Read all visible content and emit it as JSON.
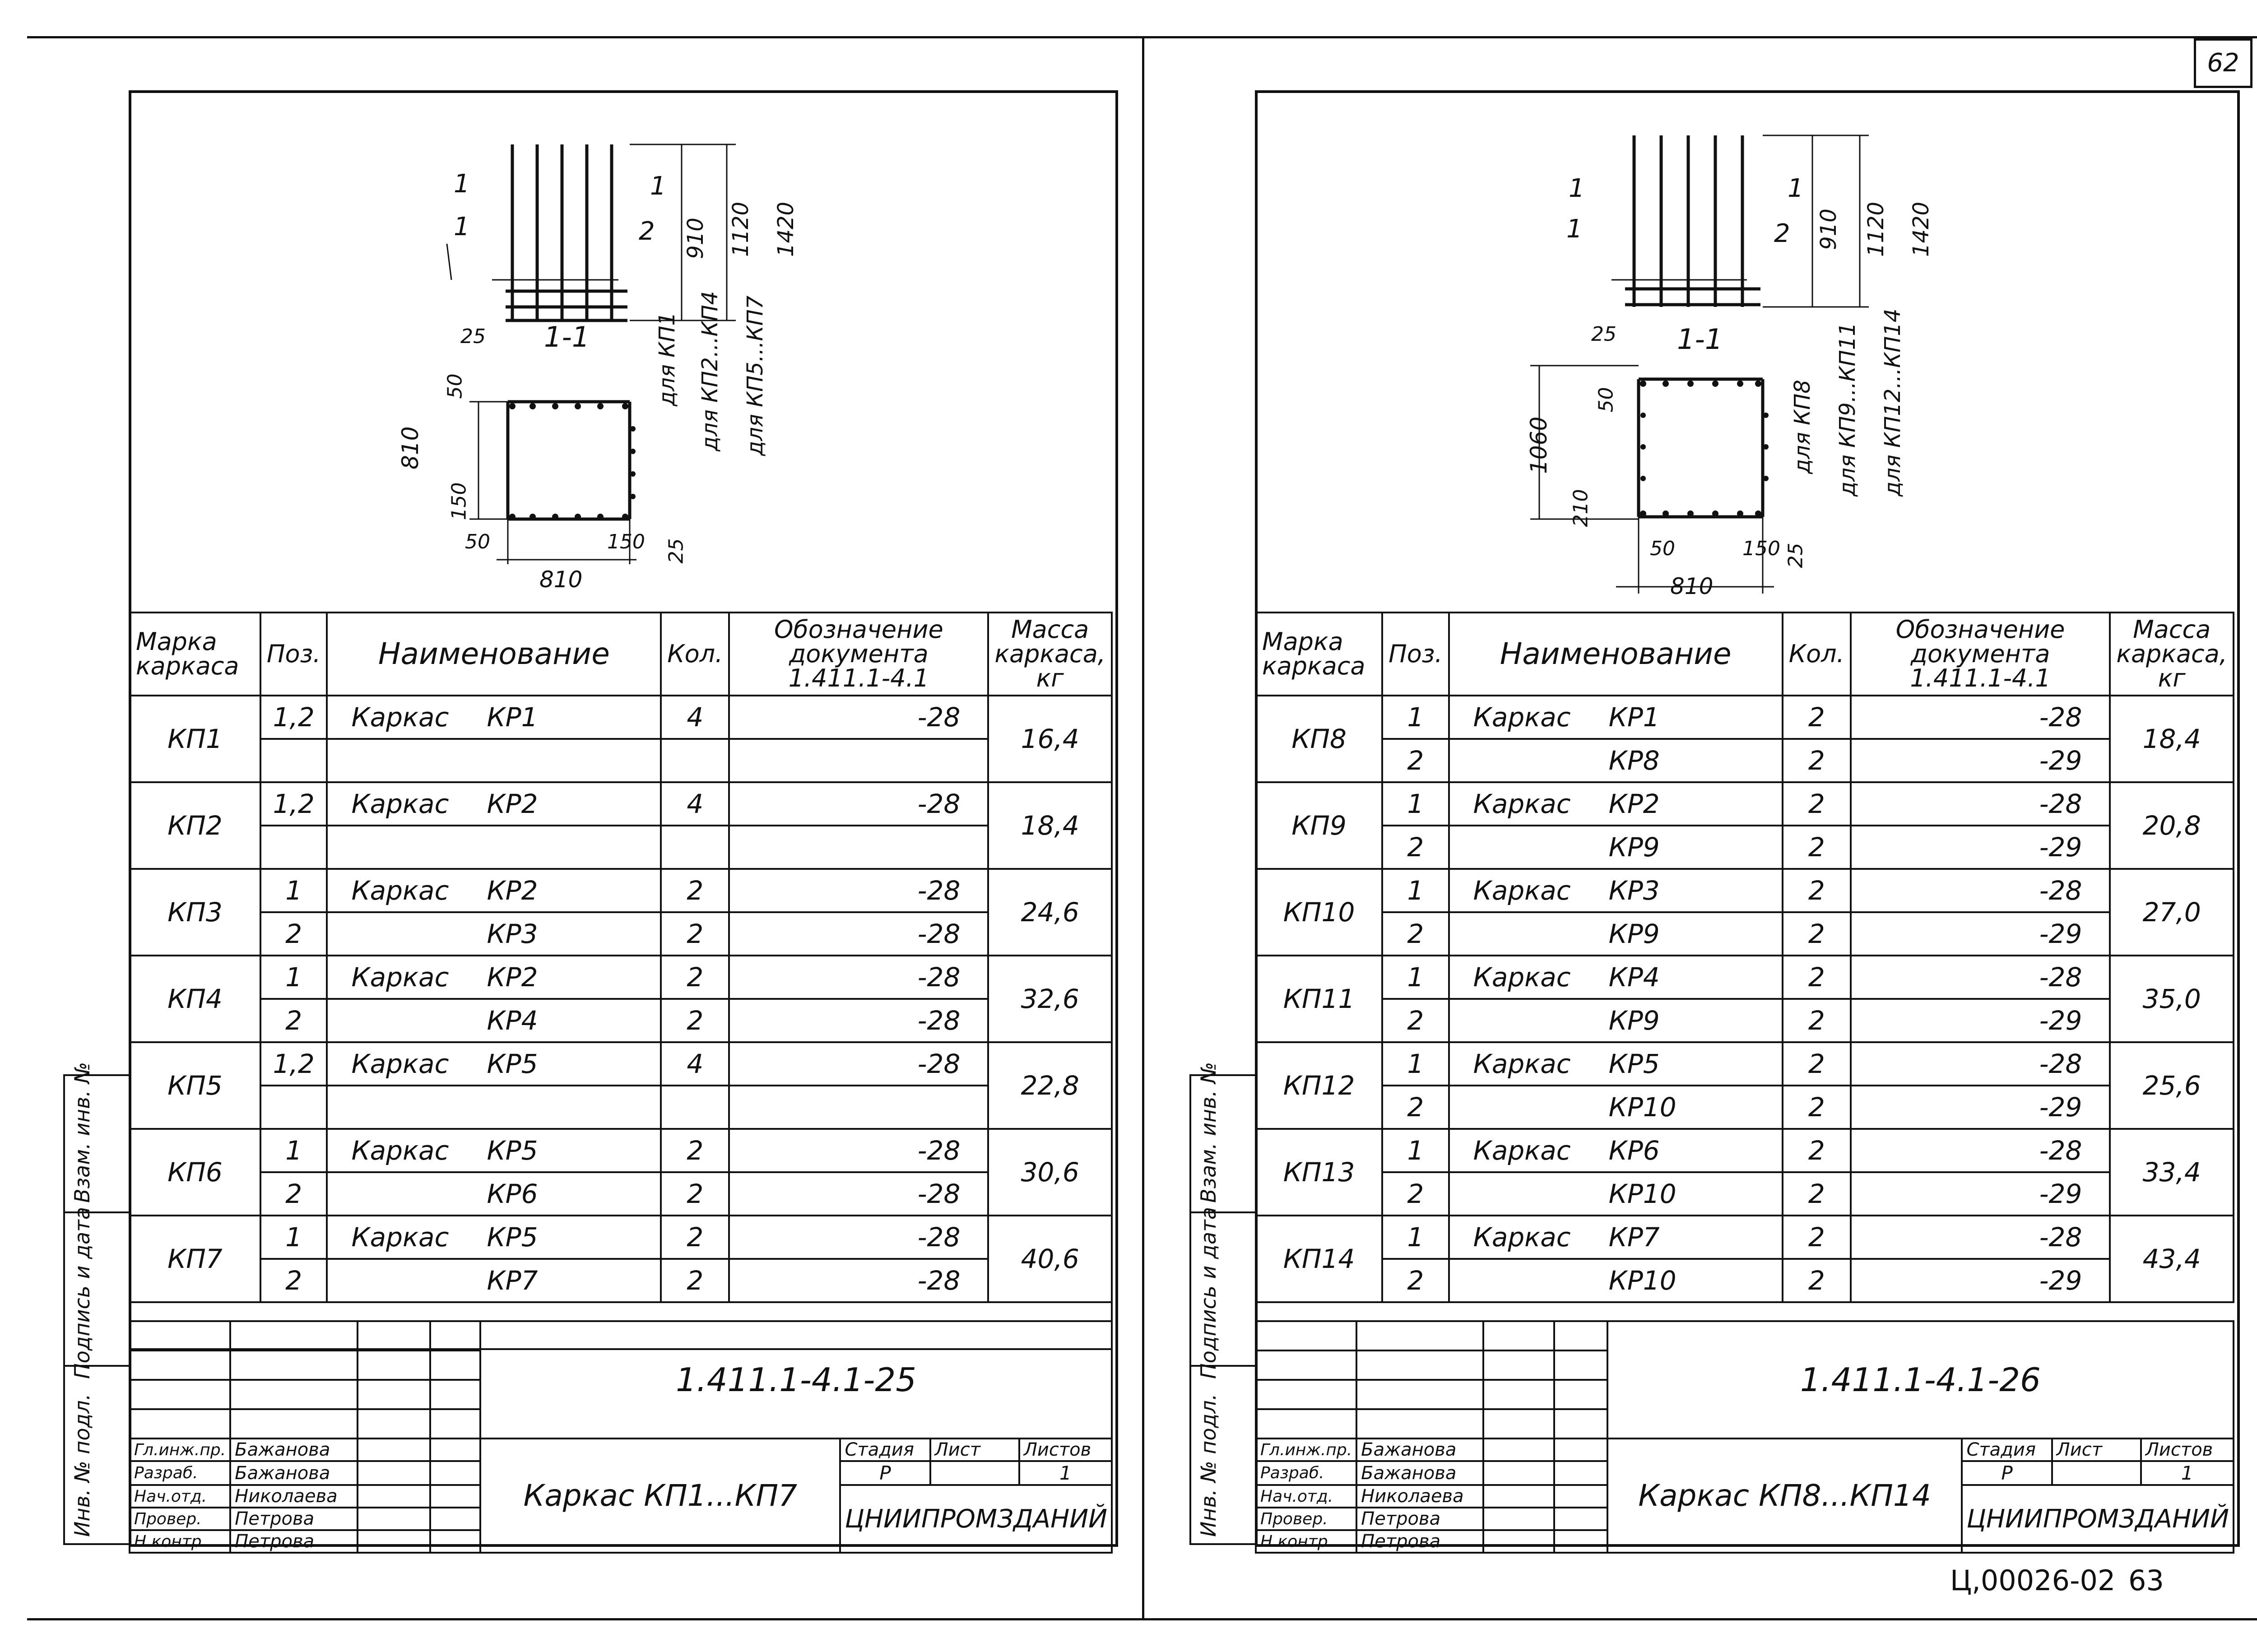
{
  "page_number": "62",
  "footer_code": "Ц,00026-02",
  "footer_page": "63",
  "side_labels": [
    "Инв. № подл.",
    "Подпись и дата",
    "Взам. инв. №"
  ],
  "sheets": [
    {
      "id": "left",
      "drawing": {
        "section_label": "1-1",
        "marks": [
          "1",
          "1",
          "1",
          "2"
        ],
        "dims": [
          "910",
          "1120",
          "1420",
          "25",
          "50",
          "810",
          "150",
          "50",
          "810",
          "150",
          "25"
        ],
        "notes": [
          "для КП1",
          "для КП2...КП4",
          "для КП5...КП7"
        ]
      },
      "headers": [
        "Марка каркаса",
        "Поз.",
        "Наименование",
        "Кол.",
        "Обозначение документа 1.411.1-4.1",
        "Масса каркаса, кг"
      ],
      "groups": [
        {
          "mark": "КП1",
          "mass": "16,4",
          "rows": [
            {
              "pos": "1,2",
              "name": "Каркас",
              "item": "КР1",
              "qty": "4",
              "doc": "-28"
            },
            {
              "pos": "",
              "name": "",
              "item": "",
              "qty": "",
              "doc": ""
            }
          ]
        },
        {
          "mark": "КП2",
          "mass": "18,4",
          "rows": [
            {
              "pos": "1,2",
              "name": "Каркас",
              "item": "КР2",
              "qty": "4",
              "doc": "-28"
            },
            {
              "pos": "",
              "name": "",
              "item": "",
              "qty": "",
              "doc": ""
            }
          ]
        },
        {
          "mark": "КП3",
          "mass": "24,6",
          "rows": [
            {
              "pos": "1",
              "name": "Каркас",
              "item": "КР2",
              "qty": "2",
              "doc": "-28"
            },
            {
              "pos": "2",
              "name": "",
              "item": "КР3",
              "qty": "2",
              "doc": "-28"
            }
          ]
        },
        {
          "mark": "КП4",
          "mass": "32,6",
          "rows": [
            {
              "pos": "1",
              "name": "Каркас",
              "item": "КР2",
              "qty": "2",
              "doc": "-28"
            },
            {
              "pos": "2",
              "name": "",
              "item": "КР4",
              "qty": "2",
              "doc": "-28"
            }
          ]
        },
        {
          "mark": "КП5",
          "mass": "22,8",
          "rows": [
            {
              "pos": "1,2",
              "name": "Каркас",
              "item": "КР5",
              "qty": "4",
              "doc": "-28"
            },
            {
              "pos": "",
              "name": "",
              "item": "",
              "qty": "",
              "doc": ""
            }
          ]
        },
        {
          "mark": "КП6",
          "mass": "30,6",
          "rows": [
            {
              "pos": "1",
              "name": "Каркас",
              "item": "КР5",
              "qty": "2",
              "doc": "-28"
            },
            {
              "pos": "2",
              "name": "",
              "item": "КР6",
              "qty": "2",
              "doc": "-28"
            }
          ]
        },
        {
          "mark": "КП7",
          "mass": "40,6",
          "rows": [
            {
              "pos": "1",
              "name": "Каркас",
              "item": "КР5",
              "qty": "2",
              "doc": "-28"
            },
            {
              "pos": "2",
              "name": "",
              "item": "КР7",
              "qty": "2",
              "doc": "-28"
            }
          ]
        }
      ],
      "title_block": {
        "doc_code": "1.411.1-4.1-25",
        "title": "Каркас КП1...КП7",
        "stage_label": "Стадия",
        "sheet_label": "Лист",
        "sheets_label": "Листов",
        "stage": "Р",
        "sheets_count": "1",
        "org": "ЦНИИПРОМЗДАНИЙ",
        "roles": [
          "Гл.инж.пр.",
          "Разраб.",
          "Нач.отд.",
          "Провер.",
          "Н.контр."
        ],
        "names": [
          "Бажанова",
          "Бажанова",
          "Николаева",
          "Петрова",
          "Петрова"
        ]
      }
    },
    {
      "id": "right",
      "drawing": {
        "section_label": "1-1",
        "marks": [
          "1",
          "1",
          "1",
          "2"
        ],
        "dims": [
          "910",
          "1120",
          "1420",
          "25",
          "50",
          "1060",
          "210",
          "50",
          "810",
          "150",
          "25"
        ],
        "notes": [
          "для КП8",
          "для КП9...КП11",
          "для КП12...КП14"
        ]
      },
      "headers": [
        "Марка каркаса",
        "Поз.",
        "Наименование",
        "Кол.",
        "Обозначение документа 1.411.1-4.1",
        "Масса каркаса, кг"
      ],
      "groups": [
        {
          "mark": "КП8",
          "mass": "18,4",
          "rows": [
            {
              "pos": "1",
              "name": "Каркас",
              "item": "КР1",
              "qty": "2",
              "doc": "-28"
            },
            {
              "pos": "2",
              "name": "",
              "item": "КР8",
              "qty": "2",
              "doc": "-29"
            }
          ]
        },
        {
          "mark": "КП9",
          "mass": "20,8",
          "rows": [
            {
              "pos": "1",
              "name": "Каркас",
              "item": "КР2",
              "qty": "2",
              "doc": "-28"
            },
            {
              "pos": "2",
              "name": "",
              "item": "КР9",
              "qty": "2",
              "doc": "-29"
            }
          ]
        },
        {
          "mark": "КП10",
          "mass": "27,0",
          "rows": [
            {
              "pos": "1",
              "name": "Каркас",
              "item": "КР3",
              "qty": "2",
              "doc": "-28"
            },
            {
              "pos": "2",
              "name": "",
              "item": "КР9",
              "qty": "2",
              "doc": "-29"
            }
          ]
        },
        {
          "mark": "КП11",
          "mass": "35,0",
          "rows": [
            {
              "pos": "1",
              "name": "Каркас",
              "item": "КР4",
              "qty": "2",
              "doc": "-28"
            },
            {
              "pos": "2",
              "name": "",
              "item": "КР9",
              "qty": "2",
              "doc": "-29"
            }
          ]
        },
        {
          "mark": "КП12",
          "mass": "25,6",
          "rows": [
            {
              "pos": "1",
              "name": "Каркас",
              "item": "КР5",
              "qty": "2",
              "doc": "-28"
            },
            {
              "pos": "2",
              "name": "",
              "item": "КР10",
              "qty": "2",
              "doc": "-29"
            }
          ]
        },
        {
          "mark": "КП13",
          "mass": "33,4",
          "rows": [
            {
              "pos": "1",
              "name": "Каркас",
              "item": "КР6",
              "qty": "2",
              "doc": "-28"
            },
            {
              "pos": "2",
              "name": "",
              "item": "КР10",
              "qty": "2",
              "doc": "-29"
            }
          ]
        },
        {
          "mark": "КП14",
          "mass": "43,4",
          "rows": [
            {
              "pos": "1",
              "name": "Каркас",
              "item": "КР7",
              "qty": "2",
              "doc": "-28"
            },
            {
              "pos": "2",
              "name": "",
              "item": "КР10",
              "qty": "2",
              "doc": "-29"
            }
          ]
        }
      ],
      "title_block": {
        "doc_code": "1.411.1-4.1-26",
        "title": "Каркас КП8...КП14",
        "stage_label": "Стадия",
        "sheet_label": "Лист",
        "sheets_label": "Листов",
        "stage": "Р",
        "sheets_count": "1",
        "org": "ЦНИИПРОМЗДАНИЙ",
        "roles": [
          "Гл.инж.пр.",
          "Разраб.",
          "Нач.отд.",
          "Провер.",
          "Н.контр."
        ],
        "names": [
          "Бажанова",
          "Бажанова",
          "Николаева",
          "Петрова",
          "Петрова"
        ]
      }
    }
  ]
}
